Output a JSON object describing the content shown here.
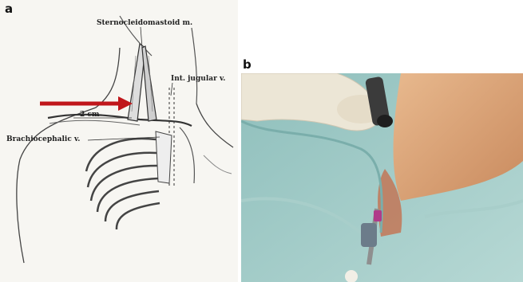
{
  "figure": {
    "panel_a": {
      "letter": "a",
      "labels": {
        "sternocleidomastoid": "Sternocleidomastoid m.",
        "int_jugular": "Int. jugular v.",
        "distance": "2 cm",
        "brachiocephalic": "Brachiocephalic v."
      }
    },
    "panel_b": {
      "letter": "b"
    }
  },
  "colors": {
    "arrow": "#c0161b",
    "drape": "#9fc9c6",
    "skin": "#d9a27a",
    "glove": "#ece6d6"
  }
}
